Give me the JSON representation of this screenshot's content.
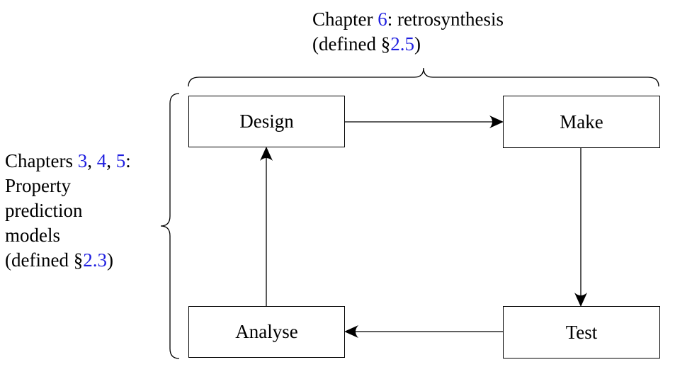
{
  "nodes": {
    "design": "Design",
    "make": "Make",
    "test": "Test",
    "analyse": "Analyse"
  },
  "top_annotation": {
    "line1_prefix": "Chapter ",
    "line1_ref": "6",
    "line1_suffix": ": retrosynthesis",
    "line2_prefix": "(defined §",
    "line2_ref": "2.5",
    "line2_suffix": ")"
  },
  "left_annotation": {
    "line1_prefix": "Chapters ",
    "line1_ref1": "3",
    "line1_sep1": ", ",
    "line1_ref2": "4",
    "line1_sep2": ", ",
    "line1_ref3": "5",
    "line1_suffix": ":",
    "line2": "Property",
    "line3": "prediction",
    "line4": "models",
    "line5_prefix": "(defined §",
    "line5_ref": "2.3",
    "line5_suffix": ")"
  },
  "colors": {
    "link": "#1f1fe0",
    "stroke": "#000000"
  }
}
